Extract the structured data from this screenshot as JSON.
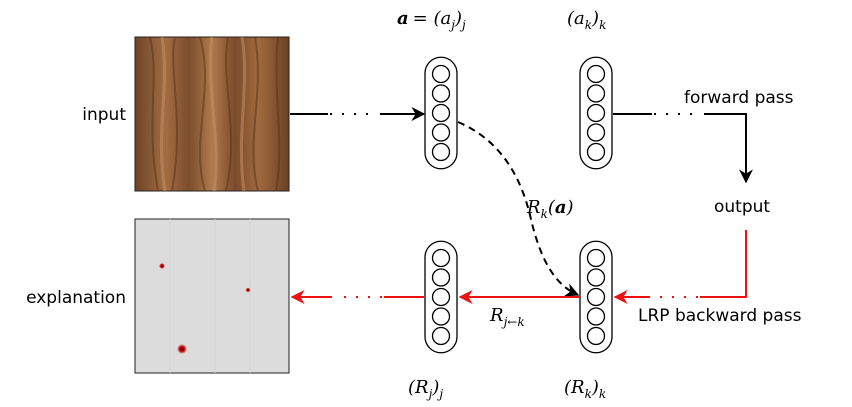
{
  "labels": {
    "input": "input",
    "explanation": "explanation",
    "forward_pass": "forward pass",
    "output": "output",
    "lrp_backward_pass": "LRP backward pass"
  },
  "math": {
    "a_vector_lhs": "a",
    "a_vector_eq": "= (a",
    "a_vector_sub_inner": "j",
    "a_vector_close": ")",
    "a_vector_sub_outer": "j",
    "ak_open": "(a",
    "ak_sub_inner": "k",
    "ak_close": ")",
    "ak_sub_outer": "k",
    "rk_a_R": "R",
    "rk_a_sub": "k",
    "rk_a_open": "(",
    "rk_a_bold": "a",
    "rk_a_close": ")",
    "rjk_R": "R",
    "rjk_sub": "j←k",
    "rj_open": "(R",
    "rj_sub_inner": "j",
    "rj_close": ")",
    "rj_sub_outer": "j",
    "rk_open": "(R",
    "rk_sub_inner": "k",
    "rk_close": ")",
    "rk_sub_outer": "k"
  },
  "colors": {
    "forward": "#000000",
    "backward": "#ee1111",
    "wood_base": "#8a5a35",
    "heatmap_bg": "#dcdcdc",
    "heat_spot": "#cc0000"
  },
  "icons": {
    "input_image": "wood-texture-image",
    "explanation_image": "relevance-heatmap-image"
  }
}
